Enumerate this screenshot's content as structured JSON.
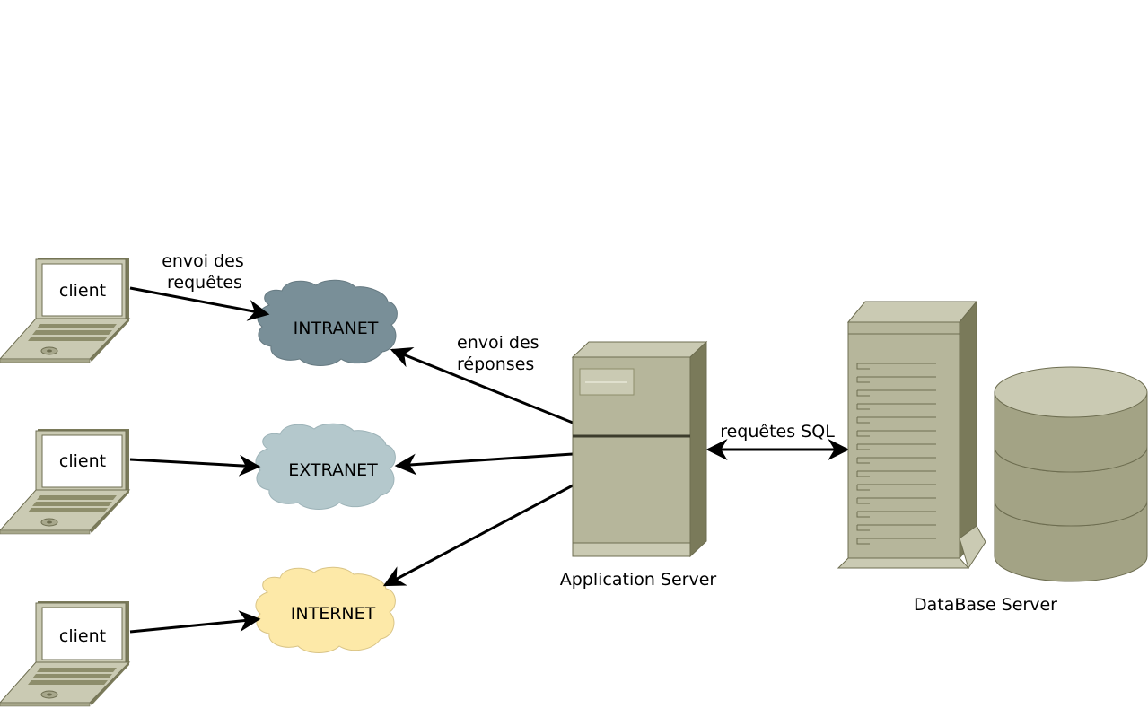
{
  "clients": [
    {
      "label": "client"
    },
    {
      "label": "client"
    },
    {
      "label": "client"
    }
  ],
  "clouds": [
    {
      "label": "INTRANET",
      "color": "#798f98"
    },
    {
      "label": "EXTRANET",
      "color": "#b4c8cc"
    },
    {
      "label": "INTERNET",
      "color": "#fde9a8"
    }
  ],
  "labels": {
    "requests_line1": "envoi des",
    "requests_line2": "requêtes",
    "responses_line1": "envoi des",
    "responses_line2": "réponses",
    "sql": "requêtes SQL"
  },
  "servers": {
    "app_label": "Application Server",
    "db_label": "DataBase Server"
  },
  "colors": {
    "device_body": "#b6b69b",
    "device_light": "#cacab3",
    "device_dark": "#7a7a5a",
    "disk": "#a3a385",
    "arrow": "#000000"
  },
  "icons": [
    "laptop-icon",
    "cloud-icon",
    "tower-server-icon",
    "rack-server-icon",
    "database-cylinder-icon"
  ]
}
